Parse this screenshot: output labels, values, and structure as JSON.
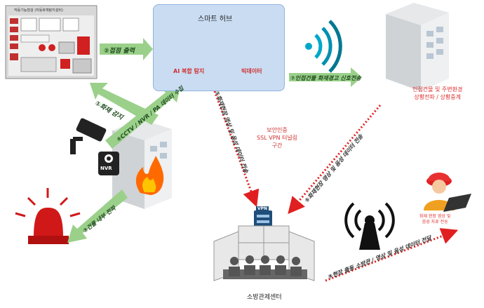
{
  "hub": {
    "title": "스마트 허브",
    "ai_label": "AI 복합 탐지",
    "bigdata_label": "빅데이터"
  },
  "panel": {
    "title_text": "작동기능점검 (자동화재탐지설비)"
  },
  "nvr": {
    "label": "NVR"
  },
  "vpn": {
    "badge": "VPN",
    "zone_label": "보안인증\nSSL VPN 터널링\n구간"
  },
  "fire_center": {
    "label": "소방관제센터"
  },
  "neighbor": {
    "label": "인접건물 및 주변환경\n상황전파 / 상황중계"
  },
  "field": {
    "label": "화재 현장 영상 및\n음성 자료 전송"
  },
  "arrows": {
    "a1": "①화재 감지",
    "a2": "②접점 출력",
    "a3": "③건물 내부 전파",
    "a4": "④CCTV / NVR / PA 데이터 수집",
    "a5": "⑤화재현장 영상 및 음성 데이터 전송",
    "a6": "⑥화재현장 영상 및 음성 데이터 전송",
    "a7": "⑦인접건물 화재경고 신호전송",
    "a8": "⑧현장 출동 소방관 / 영상 및 음성 데이터 전달"
  },
  "colors": {
    "green_arrow": "#9bd08a",
    "red_arrow": "#e02020",
    "hub_fill": "#c9dcf2",
    "label_red": "#e03030"
  }
}
